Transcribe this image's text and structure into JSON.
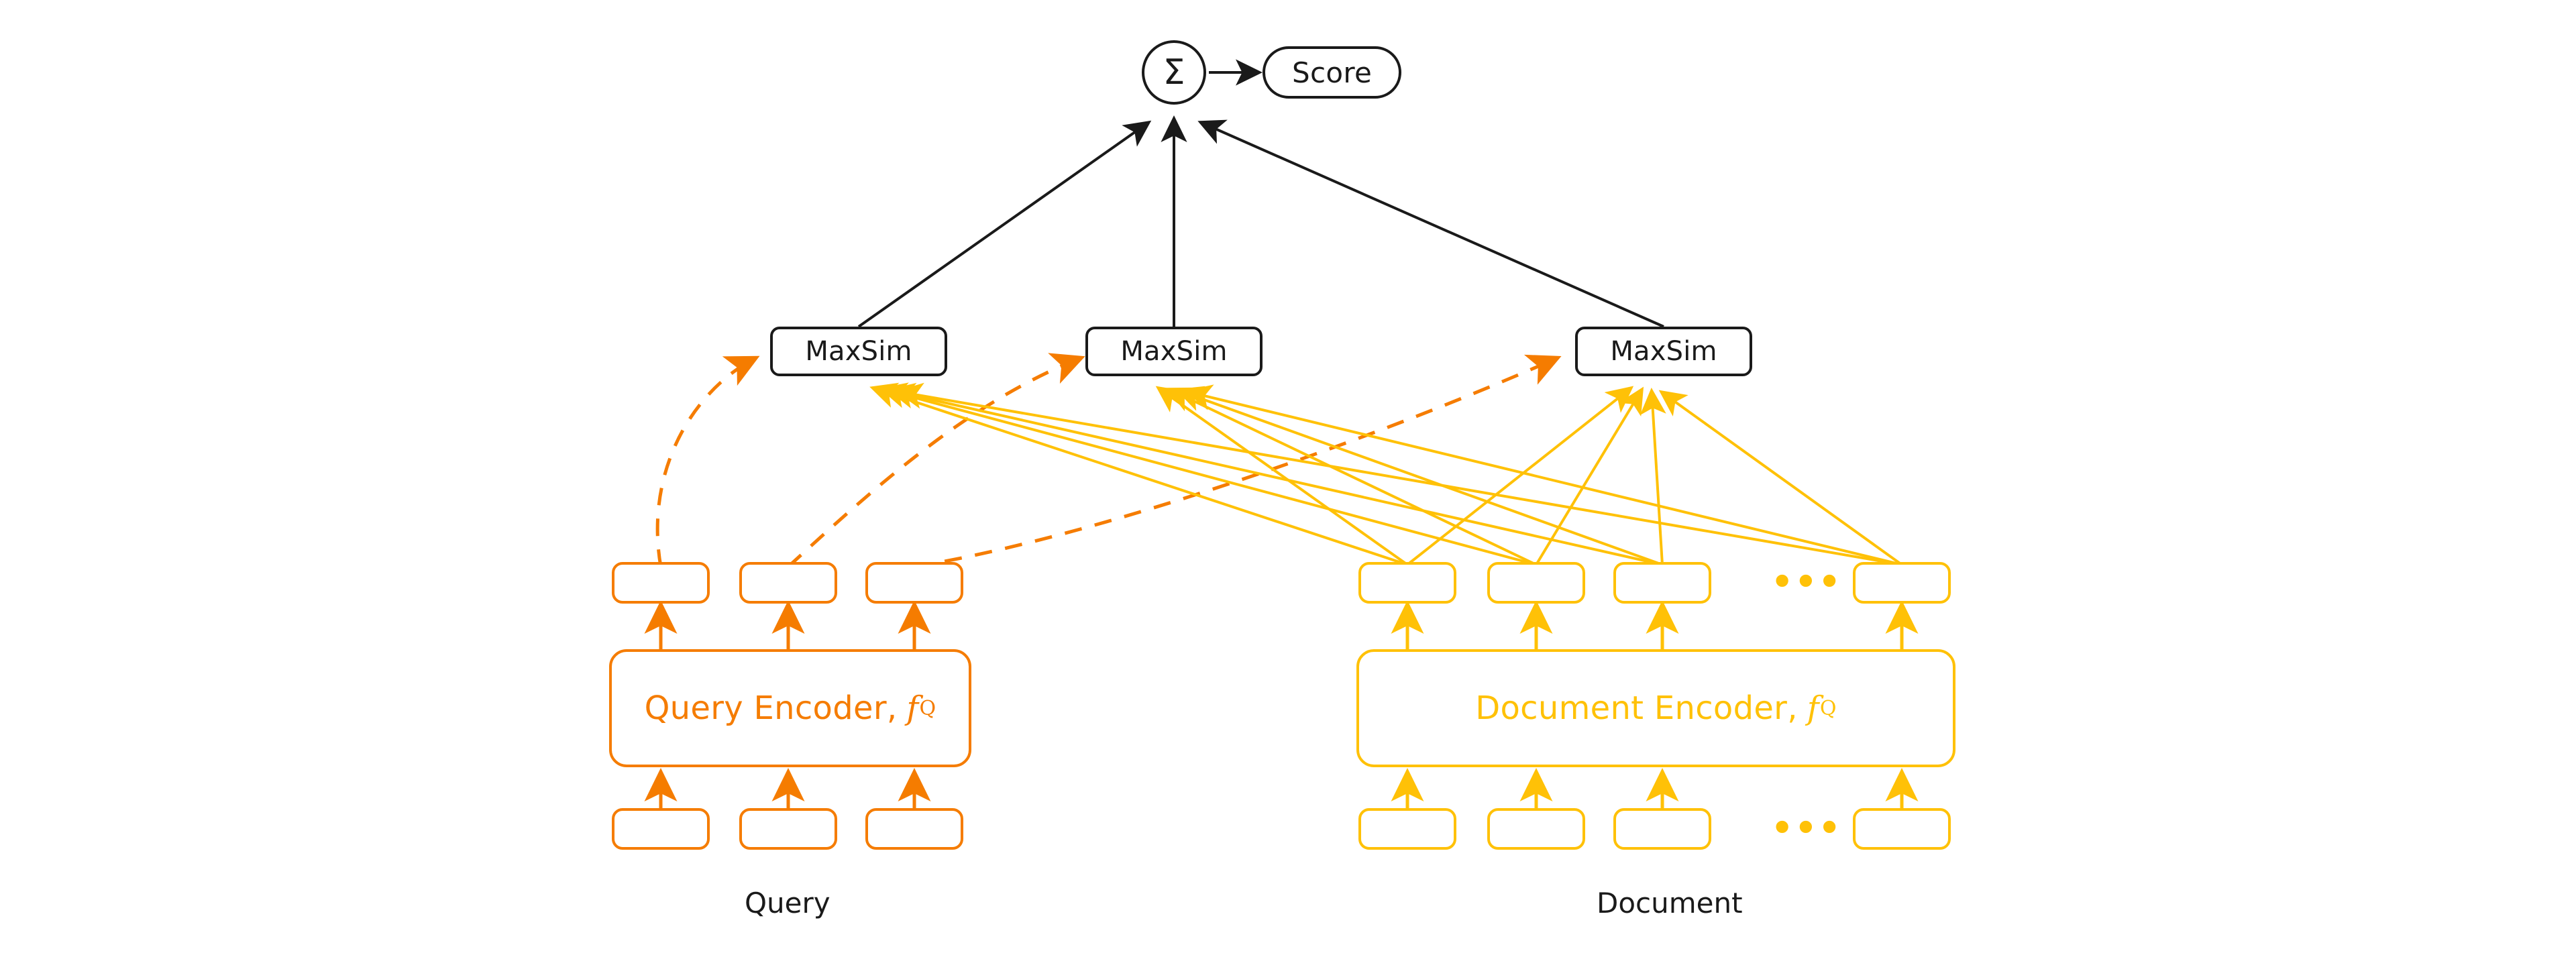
{
  "diagram": {
    "title": "ColBERT late interaction scoring diagram",
    "colors": {
      "black": "#1a1a1a",
      "query_orange": "#F57C00",
      "query_orange_dashed": "#F57C00",
      "document_amber": "#FFC107"
    }
  },
  "aggregator": {
    "symbol": "Σ",
    "name": "sum-operator"
  },
  "score": {
    "label": "Score"
  },
  "maxsim": {
    "label": "MaxSim",
    "boxes": [
      {
        "label": "MaxSim"
      },
      {
        "label": "MaxSim"
      },
      {
        "label": "MaxSim"
      }
    ]
  },
  "query": {
    "caption": "Query",
    "encoder": {
      "text": "Query Encoder,",
      "fn_symbol": "f",
      "fn_subscript": "Q"
    },
    "embeddings": [
      {
        "label": ""
      },
      {
        "label": ""
      },
      {
        "label": ""
      }
    ],
    "tokens": [
      {
        "label": ""
      },
      {
        "label": ""
      },
      {
        "label": ""
      }
    ]
  },
  "document": {
    "caption": "Document",
    "ellipsis": "•••",
    "encoder": {
      "text": "Document Encoder,",
      "fn_symbol": "f",
      "fn_subscript": "Q"
    },
    "embeddings": [
      {
        "label": ""
      },
      {
        "label": ""
      },
      {
        "label": ""
      },
      {
        "label": ""
      }
    ],
    "tokens": [
      {
        "label": ""
      },
      {
        "label": ""
      },
      {
        "label": ""
      },
      {
        "label": ""
      }
    ]
  }
}
